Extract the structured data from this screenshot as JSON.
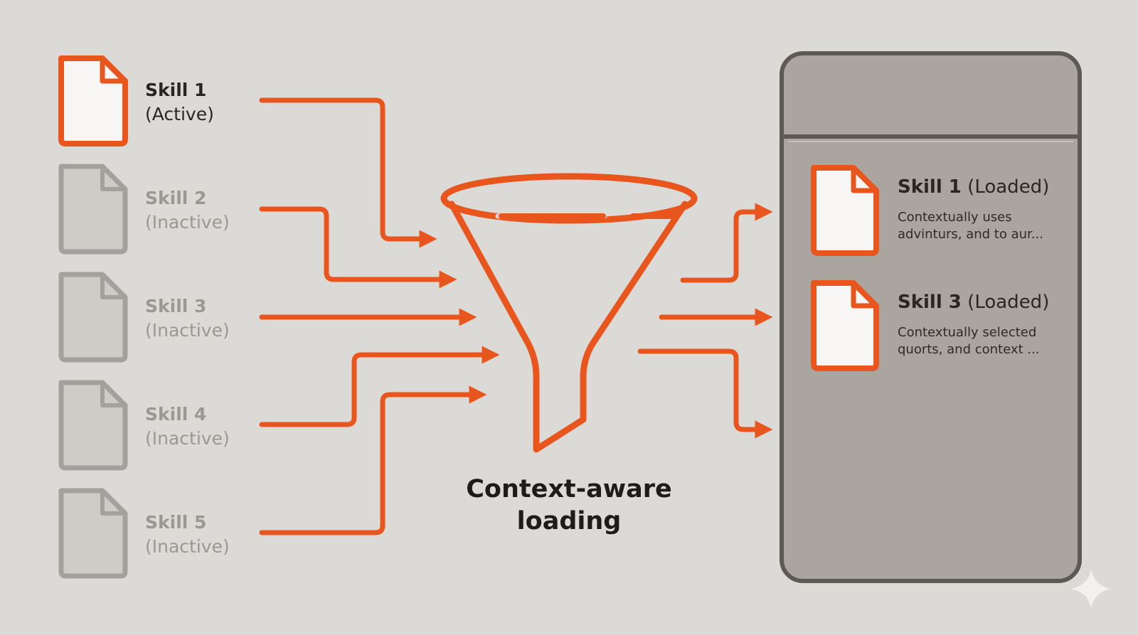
{
  "colors": {
    "background": "#dcdad7",
    "accent": "#e8561e",
    "inactive": "#a3a19d",
    "panel": "#aaa59f",
    "panel_border": "#5d5a56"
  },
  "skills": [
    {
      "name": "Skill 1",
      "status": "(Active)",
      "active": true
    },
    {
      "name": "Skill 2",
      "status": "(Inactive)",
      "active": false
    },
    {
      "name": "Skill 3",
      "status": "(Inactive)",
      "active": false
    },
    {
      "name": "Skill 4",
      "status": "(Inactive)",
      "active": false
    },
    {
      "name": "Skill 5",
      "status": "(Inactive)",
      "active": false
    }
  ],
  "funnel": {
    "caption_line1": "Context-aware",
    "caption_line2": "loading"
  },
  "loaded": [
    {
      "name": "Skill 1",
      "status": "(Loaded)",
      "desc_line1": "Contextually uses",
      "desc_line2": "advinturs, and to aur..."
    },
    {
      "name": "Skill 3",
      "status": "(Loaded)",
      "desc_line1": "Contextually selected",
      "desc_line2": "quorts, and context ..."
    }
  ],
  "icons": {
    "document": "document-icon",
    "funnel": "funnel-icon",
    "arrow": "arrow-icon",
    "sparkle": "sparkle-icon"
  }
}
